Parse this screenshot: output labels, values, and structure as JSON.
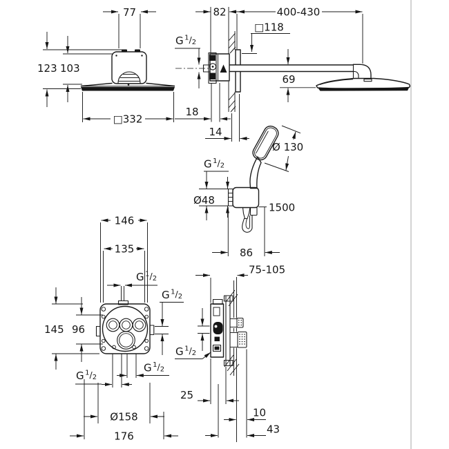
{
  "page": {
    "background": "#ffffff",
    "line_color": "#1a1a1a",
    "border_line_color": "#b6b6b6"
  },
  "fraction": {
    "g": "G",
    "numerator": "1",
    "slash": "/",
    "denominator": "2"
  },
  "overhead_front": {
    "top_width": "77",
    "height_total": "123",
    "height_body": "103",
    "face_width": "□332"
  },
  "overhead_side": {
    "valve_depth": "82",
    "arm_length": "400-430",
    "escutcheon_size": "□118",
    "head_drop": "69",
    "depth_a": "18",
    "depth_b": "14"
  },
  "hand_set": {
    "head_diameter": "Ø 130",
    "escutcheon_diameter": "Ø48",
    "hose_length": "1500",
    "outlet_offset": "86"
  },
  "valve_front": {
    "box_width": "146",
    "hole_spacing_width": "135",
    "box_height": "145",
    "hole_spacing_height": "96",
    "trim_diameter": "Ø158",
    "trim_width": "176"
  },
  "valve_side": {
    "install_depth": "75-105",
    "depth_a": "25",
    "depth_b": "10",
    "depth_c": "43"
  }
}
